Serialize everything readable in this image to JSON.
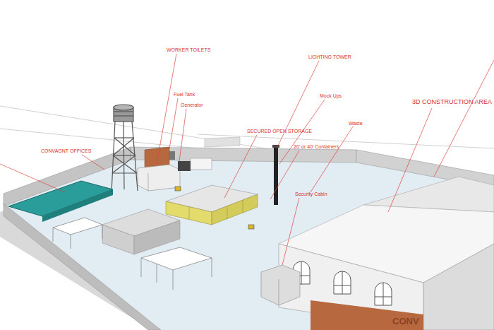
{
  "diagram": {
    "labels": [
      "WORKER TOILETS",
      "LIGHTING TOWER",
      "3D CONSTRUCTION AREA",
      "Fuel Tank",
      "Mock Ups",
      "Generator",
      "Waste",
      "SECURED OPEN STORAGE",
      "CONVAGNT OFFICES",
      "20' or 40' Containers",
      "Security Cabin",
      "CONV"
    ]
  }
}
